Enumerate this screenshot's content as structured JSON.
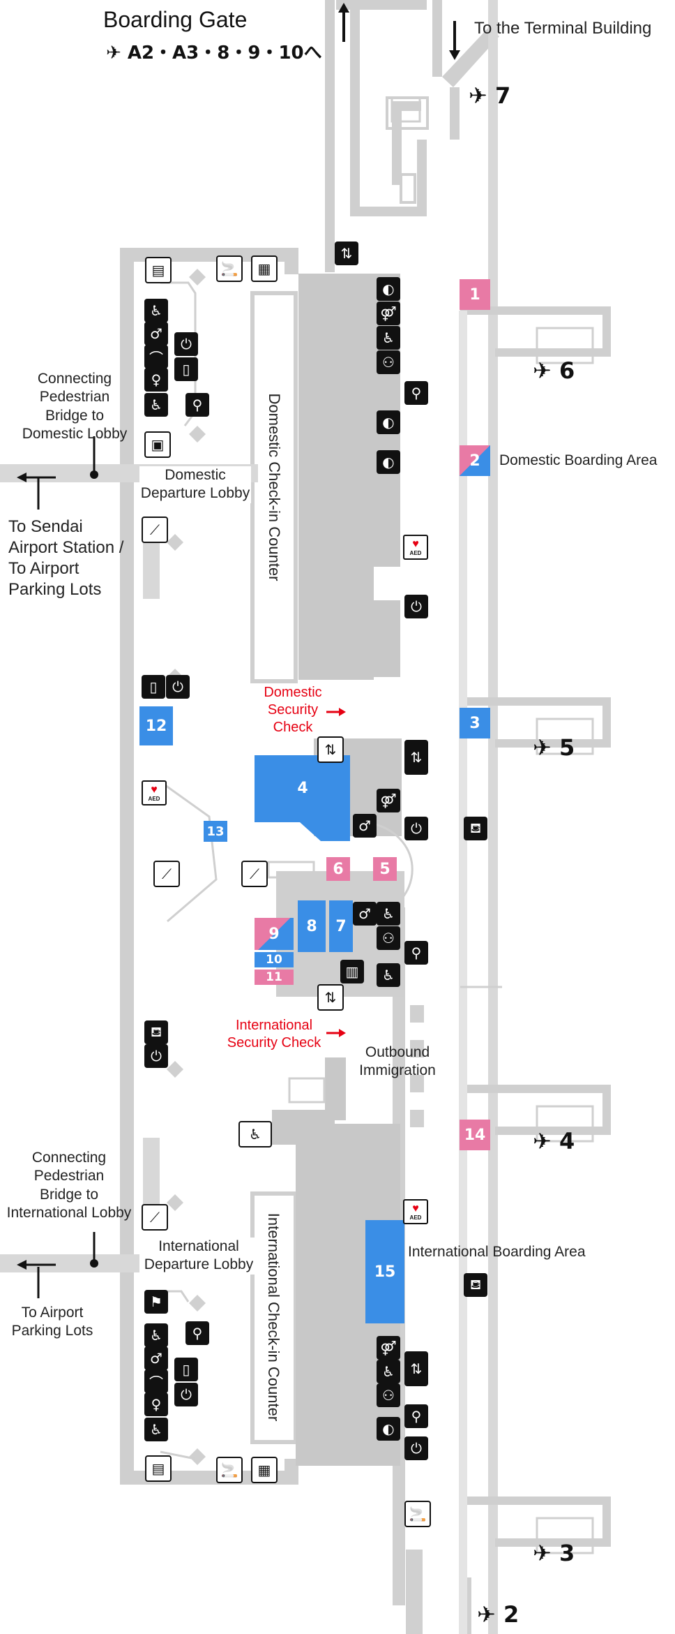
{
  "header": {
    "title": "Boarding Gate",
    "gates_line": "✈ A2・A3・8・9・10へ",
    "terminal": "To the Terminal Building"
  },
  "labels": {
    "connecting_domestic": [
      "Connecting",
      "Pedestrian",
      "Bridge to",
      "Domestic Lobby"
    ],
    "domestic_departure": [
      "Domestic",
      "Departure Lobby"
    ],
    "sendai": [
      "To Sendai",
      "Airport Station /",
      "To Airport",
      "Parking Lots"
    ],
    "domestic_checkin": "Domestic Check-in Counter",
    "domestic_security": [
      "Domestic",
      "Security",
      "Check"
    ],
    "domestic_boarding": "Domestic Boarding Area",
    "international_security": [
      "International",
      "Security Check"
    ],
    "outbound": [
      "Outbound",
      "Immigration"
    ],
    "connecting_international": [
      "Connecting",
      "Pedestrian",
      "Bridge to",
      "International Lobby"
    ],
    "international_departure": [
      "International",
      "Departure Lobby"
    ],
    "to_parking": [
      "To Airport",
      "Parking Lots"
    ],
    "international_checkin": "International Check-in Counter",
    "international_boarding": "International Boarding Area",
    "aed": "AED"
  },
  "gates": {
    "g1": "1",
    "g2": "2",
    "g3": "3",
    "g4": "4",
    "g5": "5",
    "g6": "6",
    "g7": "7",
    "g8": "8",
    "g9": "9",
    "g10": "10",
    "g11": "11",
    "g12": "12",
    "g13": "13",
    "g14": "14",
    "g15": "15"
  },
  "spots": {
    "s7": "7",
    "s6": "6",
    "s5": "5",
    "s4": "4",
    "s3": "3",
    "s2": "2"
  },
  "colors": {
    "domestic": "#3a8ee6",
    "international": "#e87aa5",
    "walls": "#c8c8c8",
    "counter": "#c4c4c4"
  }
}
